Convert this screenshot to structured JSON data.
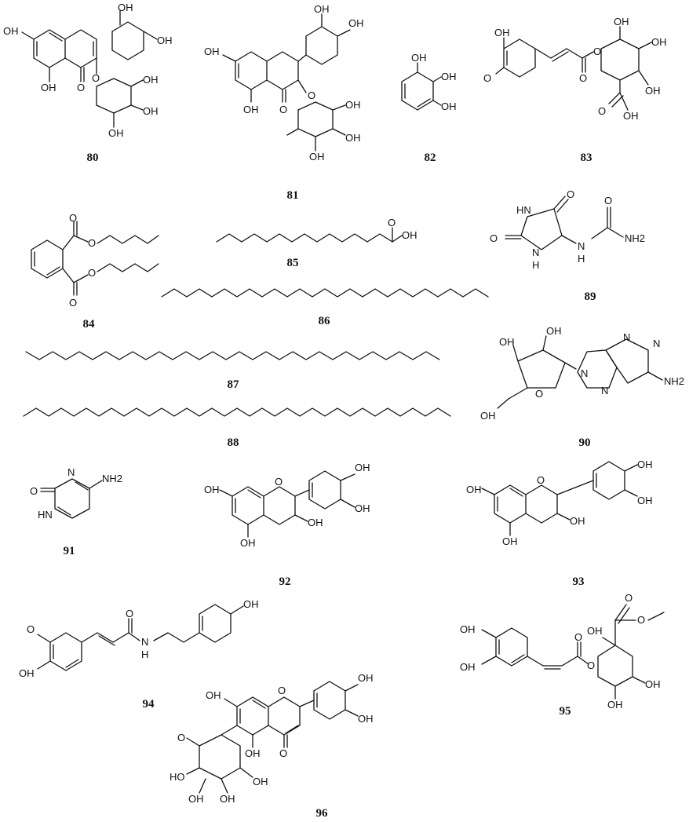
{
  "compound_ids": {
    "c80": "80",
    "c81": "81",
    "c82": "82",
    "c83": "83",
    "c84": "84",
    "c85": "85",
    "c86": "86",
    "c87": "87",
    "c88": "88",
    "c89": "89",
    "c90": "90",
    "c91": "91",
    "c92": "92",
    "c93": "93",
    "c94": "94",
    "c95": "95",
    "c96": "96"
  },
  "atom_labels": {
    "OH": "OH",
    "O": "O",
    "HN": "HN",
    "NH": "NH",
    "H": "H",
    "N": "N",
    "NH2": "NH2"
  }
}
